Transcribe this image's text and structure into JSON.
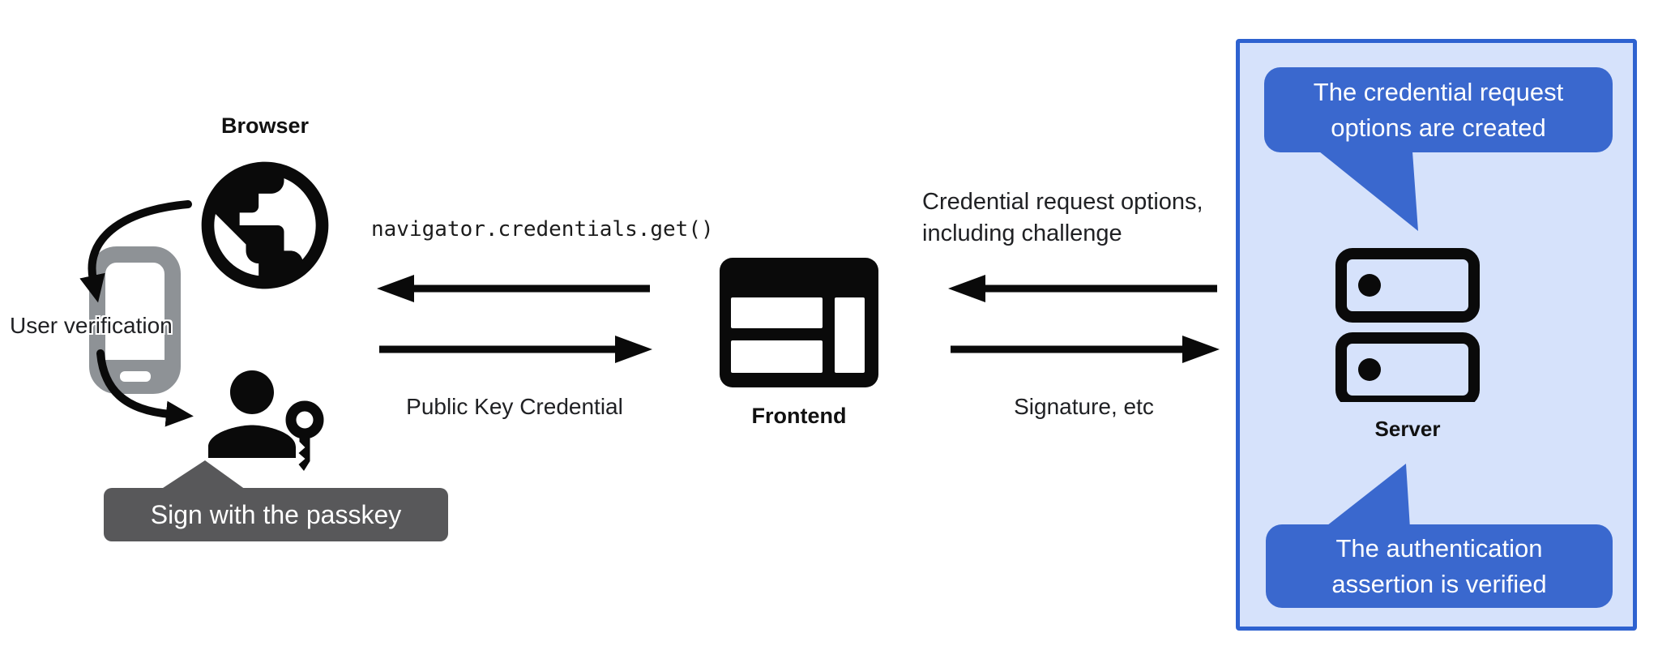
{
  "labels": {
    "browser": "Browser",
    "user_verification": "User verification",
    "sign_with_passkey": "Sign with the passkey",
    "frontend": "Frontend",
    "server": "Server"
  },
  "messages": {
    "navigator_call": "navigator.credentials.get()",
    "public_key_credential": "Public Key Credential",
    "credential_request_line1": "Credential request options,",
    "credential_request_line2": "including challenge",
    "signature_etc": "Signature, etc"
  },
  "callouts": {
    "request_created": {
      "line1": "The credential request",
      "line2": "options are created"
    },
    "assertion_verified": {
      "line1": "The authentication",
      "line2": "assertion is verified"
    }
  },
  "icons": {
    "globe": "globe-icon",
    "phone": "smartphone-icon",
    "person": "person-icon",
    "key": "key-icon",
    "frontend_window": "browser-window-icon",
    "server_rack": "server-rack-icon"
  },
  "colors": {
    "callout_blue": "#3A68CE",
    "panel_fill": "#D6E2FB",
    "panel_border": "#2E62D0",
    "tooltip_gray": "#58585A",
    "phone_gray": "#8E9296",
    "ink": "#0A0A0A",
    "text_dark": "#202124"
  }
}
